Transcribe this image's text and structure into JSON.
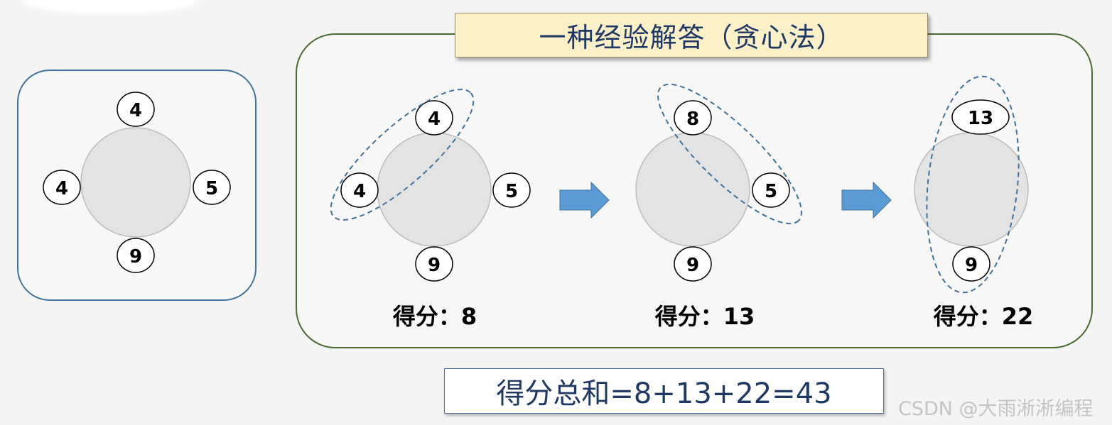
{
  "title": "一种经验解答（贪心法）",
  "total": "得分总和=8+13+22=43",
  "watermark": "CSDN @大雨淅淅编程",
  "initial": {
    "stones": {
      "top": "4",
      "left": "4",
      "right": "5",
      "bottom": "9"
    }
  },
  "steps": [
    {
      "stones": {
        "top": "4",
        "left": "4",
        "right": "5",
        "bottom": "9"
      },
      "merged": [
        "top",
        "left"
      ],
      "score": "得分：8"
    },
    {
      "stones": {
        "top": "8",
        "right": "5",
        "bottom": "9"
      },
      "merged": [
        "top",
        "right"
      ],
      "score": "得分：13"
    },
    {
      "stones": {
        "top": "13",
        "bottom": "9"
      },
      "merged": [
        "top",
        "bottom"
      ],
      "score": "得分：22"
    }
  ],
  "colors": {
    "accent": "#5b9bd5",
    "dashed": "#41719c",
    "table": "#e3e3e3",
    "title_bg": "#fcf0c8",
    "text_dark": "#1f3864"
  }
}
